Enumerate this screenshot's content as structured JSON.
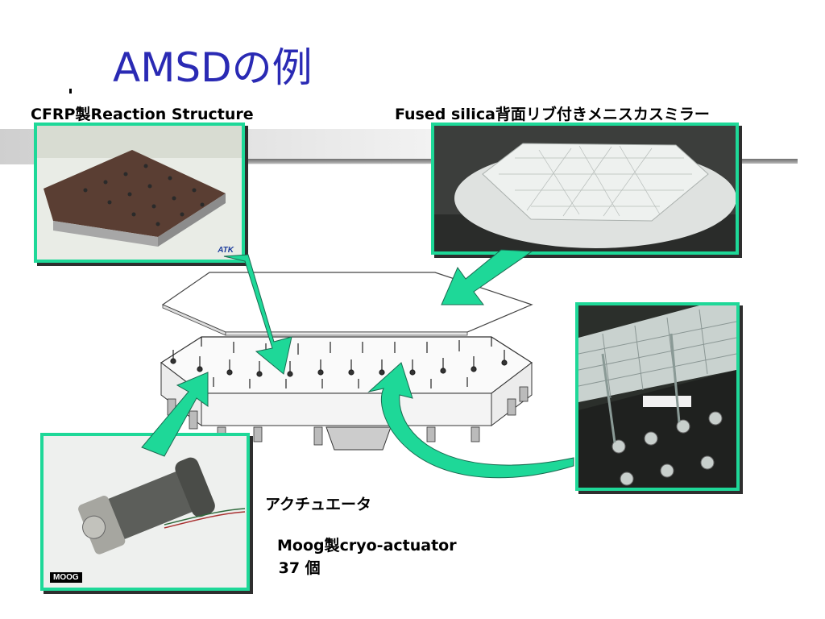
{
  "slide": {
    "title": "AMSDの例",
    "label_reaction_structure": "CFRP製Reaction Structure",
    "label_mirror": "Fused silica背面リブ付きメニスカスミラー",
    "label_actuator": "アクチュエータ",
    "label_moog_line1": "Moog製cryo-actuator",
    "label_moog_line2": " 37 個"
  },
  "logos": {
    "atk": "ATK",
    "moog": "MOOG"
  },
  "colors": {
    "title": "#2a2ab4",
    "frame": "#1ed898",
    "arrow": "#1ed898"
  }
}
